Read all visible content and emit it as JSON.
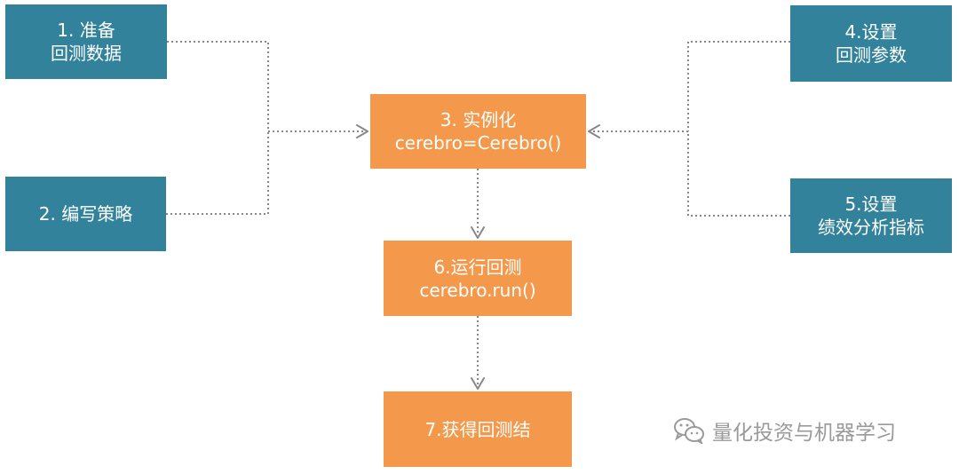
{
  "steps": {
    "step1": {
      "line1": "1. 准备",
      "line2": "回测数据"
    },
    "step2": {
      "line1": "2. 编写策略"
    },
    "step3": {
      "line1": "3. 实例化",
      "line2": "cerebro=Cerebro()"
    },
    "step4": {
      "line1": "4.设置",
      "line2": "回测参数"
    },
    "step5": {
      "line1": "5.设置",
      "line2": "绩效分析指标"
    },
    "step6": {
      "line1": "6.运行回测",
      "line2": "cerebro.run()"
    },
    "step7": {
      "line1": "7.获得回测结"
    }
  },
  "watermark": {
    "text": "量化投资与机器学习",
    "icon": "wechat-icon"
  },
  "colors": {
    "teal": "#31829a",
    "orange": "#f4994c",
    "connector": "#888888",
    "watermark": "#9a9a9a"
  }
}
